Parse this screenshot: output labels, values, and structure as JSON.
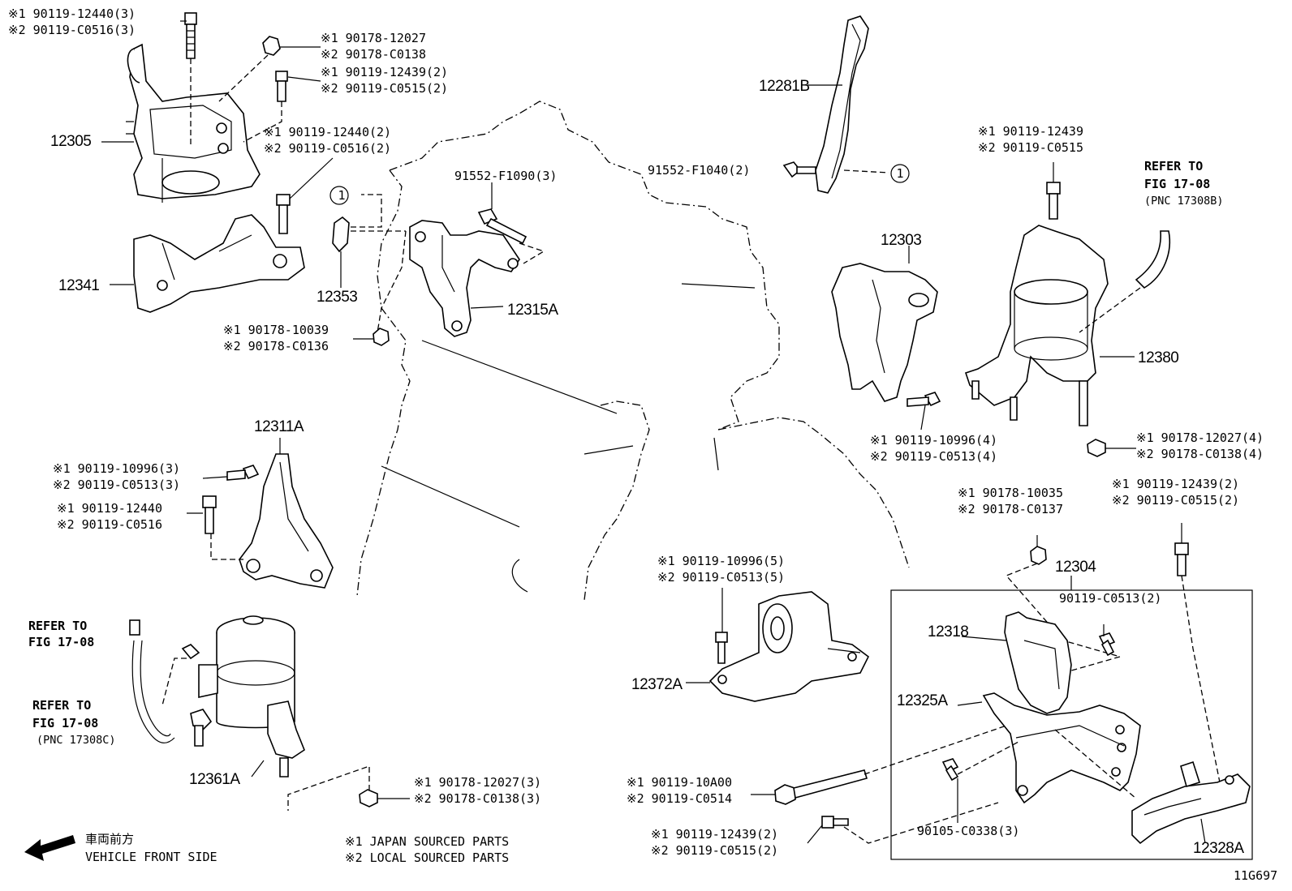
{
  "diagram_id": "11G697",
  "legend": {
    "note1": "※1  JAPAN SOURCED PARTS",
    "note2": "※2  LOCAL SOURCED PARTS",
    "direction_jp": "車両前方",
    "direction_en": "VEHICLE FRONT SIDE"
  },
  "refs": {
    "ref_top_l1": "REFER TO",
    "ref_top_l2": "FIG 17-08",
    "ref_top_l3": "(PNC 17308B)",
    "ref_left1_l1": "REFER TO",
    "ref_left1_l2": "FIG 17-08",
    "ref_left2_l1": "REFER TO",
    "ref_left2_l2": "FIG 17-08",
    "ref_left2_l3": "(PNC 17308C)",
    "circle1a": "1",
    "circle1b": "1"
  },
  "parts": {
    "p12305": "12305",
    "p12341": "12341",
    "p12353": "12353",
    "p12315A": "12315A",
    "p12281B": "12281B",
    "p12303": "12303",
    "p12380": "12380",
    "p12311A": "12311A",
    "p12361A": "12361A",
    "p12372A": "12372A",
    "p12304": "12304",
    "p12318": "12318",
    "p12325A": "12325A",
    "p12328A": "12328A"
  },
  "fasteners": {
    "f1a": "※1 90119-12440(3)",
    "f1b": "※2 90119-C0516(3)",
    "f2a": "※1  90178-12027",
    "f2b": "※2  90178-C0138",
    "f3a": "※1  90119-12439(2)",
    "f3b": "※2  90119-C0515(2)",
    "f4a": "※1  90119-12440(2)",
    "f4b": "※2  90119-C0516(2)",
    "f5": "91552-F1090(3)",
    "f6": "91552-F1040(2)",
    "f7a": "※1  90119-12439",
    "f7b": "※2  90119-C0515",
    "f8a": "※1  90178-10039",
    "f8b": "※2  90178-C0136",
    "f9a": "※1  90119-10996(4)",
    "f9b": "※2  90119-C0513(4)",
    "f10a": "※1  90178-12027(4)",
    "f10b": "※2  90178-C0138(4)",
    "f11a": "※1  90119-10996(3)",
    "f11b": "※2  90119-C0513(3)",
    "f12a": "※1  90119-12440",
    "f12b": "※2  90119-C0516",
    "f13a": "※1  90178-10035",
    "f13b": "※2  90178-C0137",
    "f14a": "※1  90119-12439(2)",
    "f14b": "※2  90119-C0515(2)",
    "f15a": "※1  90119-10996(5)",
    "f15b": "※2  90119-C0513(5)",
    "f16": "90119-C0513(2)",
    "f17a": "※1  90178-12027(3)",
    "f17b": "※2  90178-C0138(3)",
    "f18a": "※1  90119-10A00",
    "f18b": "※2  90119-C0514",
    "f19a": "※1  90119-12439(2)",
    "f19b": "※2  90119-C0515(2)",
    "f20": "90105-C0338(3)"
  }
}
